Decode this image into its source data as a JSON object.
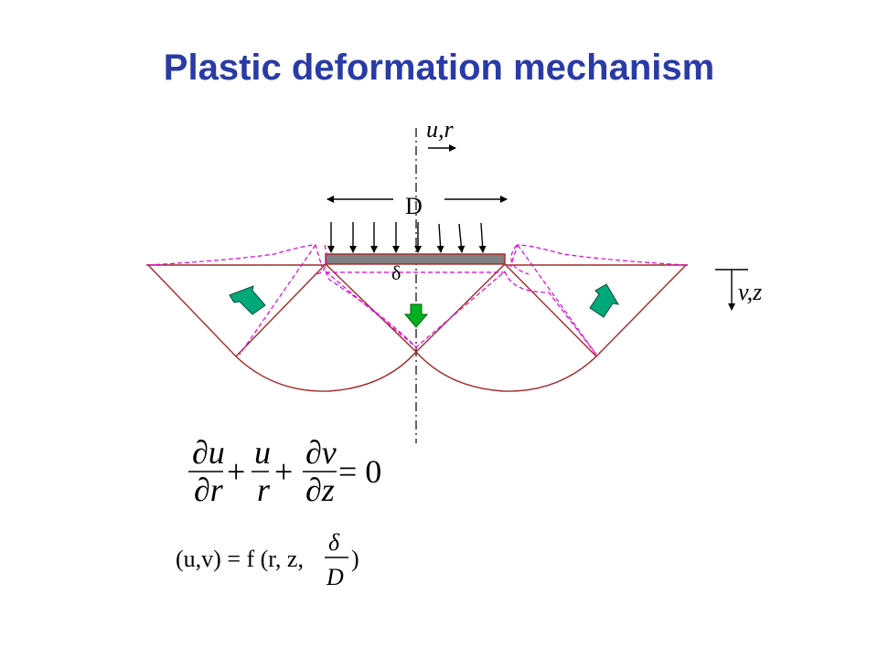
{
  "title": "Plastic deformation mechanism",
  "labels": {
    "u_r": "u,r",
    "D": "D",
    "delta": "δ",
    "v_z": "v,z"
  },
  "equations": {
    "continuity": {
      "du": "∂u",
      "dr": "∂r",
      "plus1": "+",
      "u": "u",
      "r": "r",
      "plus2": "+",
      "dv": "∂v",
      "dz": "∂z",
      "equals_zero": "= 0"
    },
    "function": {
      "lhs": "(u,v) = f (r, z,",
      "num": "δ",
      "den": "D",
      "close": ")"
    }
  },
  "colors": {
    "title": "#2a3aa6",
    "slip_line": "#a52828",
    "deformed": "#e000e0",
    "arrow_fill": "#00a87a",
    "arrow_green": "#00b020",
    "footing": "#808080"
  }
}
